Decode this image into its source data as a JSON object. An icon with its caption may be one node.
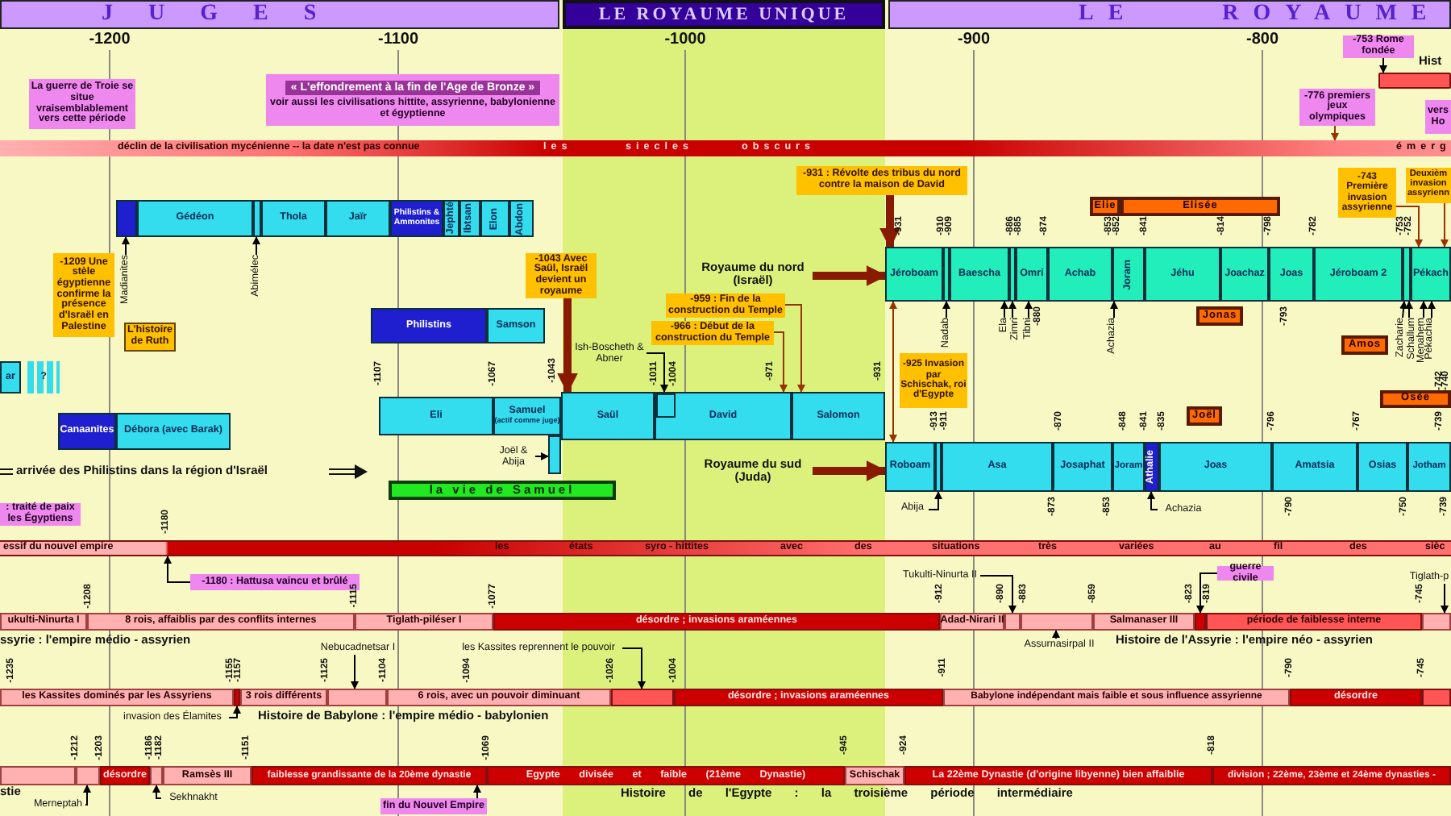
{
  "diagram": {
    "nodes": [
      {
        "text": [
          "JUGES"
        ]
      },
      {
        "text": [
          "LE ROYAUME UNIQUE"
        ]
      },
      {
        "text": [
          "LE ROYAUME"
        ]
      },
      {
        "text": [
          "La guerre de Troie se situe vraisemblablement vers cette période"
        ]
      },
      {
        "text": [
          "« L'effondrement à la fin de l'Age de Bronze »",
          "voir aussi les civilisations hittite, assyrienne, babylonienne et égyptienne"
        ]
      },
      {
        "text": [
          "-753 Rome fondée"
        ]
      },
      {
        "text": [],
        "shape": "bar"
      },
      {
        "text": [
          "-776 premiers jeux olympiques"
        ]
      },
      {
        "text": [
          "vers Ho"
        ]
      },
      {
        "text": [
          "déclin de la civilisation mycénienne -- la date n'est pas connue",
          "les",
          "siecles",
          "obscurs",
          "émerg"
        ]
      },
      {
        "text": [],
        "shape": "box"
      },
      {
        "text": [
          "Gédéon"
        ]
      },
      {
        "text": [],
        "shape": "box"
      },
      {
        "text": [
          "Thola"
        ]
      },
      {
        "text": [
          "Jaïr"
        ]
      },
      {
        "text": [
          "Philistins & Ammonites"
        ]
      },
      {
        "text": [
          "Jephté"
        ]
      },
      {
        "text": [
          "Ibtsan"
        ]
      },
      {
        "text": [
          "Elon"
        ]
      },
      {
        "text": [
          "Abdon"
        ]
      },
      {
        "text": [
          "Madianites"
        ]
      },
      {
        "text": [
          "Abimélec"
        ]
      },
      {
        "text": [
          "-1209 Une stèle égyptienne confirme la présence d'Israël en Palestine"
        ]
      },
      {
        "text": [
          "L'histoire de Ruth"
        ]
      },
      {
        "text": [
          "-1043 Avec Saül, Israël devient un royaume"
        ]
      },
      {
        "text": [
          "Philistins"
        ]
      },
      {
        "text": [
          "Samson"
        ]
      },
      {
        "text": [
          "ar"
        ]
      },
      {
        "text": [
          "?"
        ]
      },
      {
        "text": [
          "Canaanites"
        ]
      },
      {
        "text": [
          "Débora (avec Barak)"
        ]
      },
      {
        "text": [
          "Eli"
        ]
      },
      {
        "text": [
          "Samuel",
          "(actif comme juge)"
        ]
      },
      {
        "text": [
          "Saül"
        ]
      },
      {
        "text": [
          "David"
        ]
      },
      {
        "text": [],
        "shape": "box",
        "in": 34
      },
      {
        "text": [
          "Ish-Boscheth & Abner"
        ]
      },
      {
        "text": [
          "Salomon"
        ]
      },
      {
        "text": [
          "Joël & Abija"
        ]
      },
      {
        "text": [],
        "shape": "box"
      },
      {
        "text": [
          "la vie de Samuel"
        ]
      },
      {
        "text": [
          "-959 : Fin de la construction du Temple"
        ]
      },
      {
        "text": [
          "-966 : Début de la construction du Temple"
        ]
      },
      {
        "text": [
          "-931 : Révolte des tribus du nord contre la maison de David"
        ]
      },
      {
        "text": [
          "Royaume du nord (Israël)"
        ]
      },
      {
        "text": [
          "Royaume du sud (Juda)"
        ]
      },
      {
        "text": [
          "-925 Invasion par Schischak, roi d'Egypte"
        ]
      },
      {
        "text": [
          "Jéroboam"
        ]
      },
      {
        "text": [],
        "shape": "box"
      },
      {
        "text": [
          "Baescha"
        ]
      },
      {
        "text": [],
        "shape": "box"
      },
      {
        "text": [
          "Omri"
        ]
      },
      {
        "text": [
          "Achab"
        ]
      },
      {
        "text": [
          "Joram"
        ]
      },
      {
        "text": [
          "Jéhu"
        ]
      },
      {
        "text": [
          "Joachaz"
        ]
      },
      {
        "text": [
          "Joas"
        ]
      },
      {
        "text": [
          "Jéroboam 2"
        ]
      },
      {
        "text": [],
        "shape": "box"
      },
      {
        "text": [
          "Pékach"
        ]
      },
      {
        "text": [
          "Nadab"
        ]
      },
      {
        "text": [
          "Ela"
        ]
      },
      {
        "text": [
          "Zimri"
        ]
      },
      {
        "text": [
          "Tibni"
        ]
      },
      {
        "text": [
          "Achazia"
        ]
      },
      {
        "text": [
          "Jonas"
        ]
      },
      {
        "text": [
          "Amos"
        ]
      },
      {
        "text": [
          "Joël"
        ]
      },
      {
        "text": [
          "Osée"
        ]
      },
      {
        "text": [
          "Elie"
        ]
      },
      {
        "text": [
          "Elisée"
        ]
      },
      {
        "text": [
          "Zacharie"
        ]
      },
      {
        "text": [
          "Schallum"
        ]
      },
      {
        "text": [
          "Menahem"
        ]
      },
      {
        "text": [
          "Pékachia"
        ]
      },
      {
        "text": [
          "-743 Première invasion assyrienne"
        ]
      },
      {
        "text": [
          "Deuxièm invasion assyrienn"
        ]
      },
      {
        "text": [
          "Roboam"
        ]
      },
      {
        "text": [],
        "shape": "box"
      },
      {
        "text": [
          "Asa"
        ]
      },
      {
        "text": [
          "Josaphat"
        ]
      },
      {
        "text": [
          "Joram"
        ]
      },
      {
        "text": [
          "Athalie"
        ]
      },
      {
        "text": [
          "Joas"
        ]
      },
      {
        "text": [
          "Amatsia"
        ]
      },
      {
        "text": [
          "Osias"
        ]
      },
      {
        "text": [
          "Jotham"
        ]
      },
      {
        "text": [
          "Abija"
        ]
      },
      {
        "text": [
          "Achazia"
        ]
      },
      {
        "text": [
          "essif du nouvel empire",
          "les",
          "états",
          "syro - hittites",
          "avec",
          "des",
          "situations",
          "très",
          "variées",
          "au",
          "fil",
          "des",
          "sièc"
        ]
      },
      {
        "text": [
          "-1180 : Hattusa vaincu et brûlé"
        ]
      },
      {
        "text": [
          "ukulti-Ninurta I"
        ]
      },
      {
        "text": [
          "8 rois, affaiblis par des conflits internes"
        ]
      },
      {
        "text": [
          "Tiglath-piléser I"
        ]
      },
      {
        "text": [
          "désordre ; invasions araméennes"
        ]
      },
      {
        "text": [
          "Adad-Nirari II"
        ]
      },
      {
        "text": [],
        "shape": "box"
      },
      {
        "text": [],
        "shape": "box"
      },
      {
        "text": [
          "Salmanaser III"
        ]
      },
      {
        "text": [],
        "shape": "box"
      },
      {
        "text": [
          "période de faiblesse interne"
        ]
      },
      {
        "text": [],
        "shape": "box"
      },
      {
        "text": [
          "Tukulti-Ninurta II"
        ]
      },
      {
        "text": [
          "Assurnasirpal II"
        ]
      },
      {
        "text": [
          "guerre civile"
        ]
      },
      {
        "text": [
          "Tiglath-p"
        ]
      },
      {
        "text": [
          "les Kassites dominés par les Assyriens"
        ]
      },
      {
        "text": [],
        "shape": "box"
      },
      {
        "text": [
          "3 rois différents"
        ]
      },
      {
        "text": [],
        "shape": "box"
      },
      {
        "text": [
          "6 rois, avec un pouvoir diminuant"
        ]
      },
      {
        "text": [],
        "shape": "box"
      },
      {
        "text": [
          "désordre ; invasions araméennes"
        ]
      },
      {
        "text": [
          "Babylone indépendant mais faible et sous influence assyrienne"
        ]
      },
      {
        "text": [
          "désordre"
        ]
      },
      {
        "text": [],
        "shape": "box"
      },
      {
        "text": [
          "Nebucadnetsar I"
        ]
      },
      {
        "text": [
          "les Kassites reprennent le pouvoir"
        ]
      },
      {
        "text": [
          "invasion des Élamites"
        ]
      },
      {
        "text": [],
        "shape": "box"
      },
      {
        "text": [],
        "shape": "box"
      },
      {
        "text": [
          "désordre"
        ]
      },
      {
        "text": [],
        "shape": "box"
      },
      {
        "text": [
          "Ramsès III"
        ]
      },
      {
        "text": [
          "faiblesse grandissante de la 20ème dynastie"
        ]
      },
      {
        "text": [
          "Egypte divisée et faible (21ème Dynastie)"
        ]
      },
      {
        "text": [
          "Schischak"
        ]
      },
      {
        "text": [
          "La 22ème Dynastie (d'origine libyenne) bien affaiblie"
        ]
      },
      {
        "text": [
          "division ; 22ème, 23ème et 24ème dynasties -"
        ]
      },
      {
        "text": [
          "Merneptah"
        ]
      },
      {
        "text": [
          "Sekhnakht"
        ]
      },
      {
        "text": [
          "fin du Nouvel Empire"
        ]
      },
      {
        "text": [
          ": traité de paix les Égyptiens"
        ]
      }
    ],
    "edges": [
      {
        "from": 5,
        "to": 6,
        "arrow": "to"
      },
      {
        "from": 7,
        "to": 9,
        "arrow": "to",
        "color": "#993300"
      },
      {
        "from": 20,
        "to": 10,
        "arrow": "to"
      },
      {
        "from": 21,
        "to": 12,
        "arrow": "to"
      },
      {
        "from": 24,
        "to": 33,
        "arrow": "to",
        "style": "thick",
        "color": "#881a00"
      },
      {
        "from": 36,
        "to": 35,
        "arrow": "to"
      },
      {
        "from": 38,
        "to": 39,
        "arrow": "to"
      },
      {
        "from": 41,
        "to": 37,
        "arrow": "to",
        "color": "#993300"
      },
      {
        "from": 42,
        "to": 37,
        "arrow": "to",
        "color": "#993300"
      },
      {
        "from": 43,
        "to": 47,
        "arrow": "to",
        "style": "thick",
        "color": "#881a00"
      },
      {
        "from": 44,
        "to": 47,
        "arrow": "to",
        "style": "thick",
        "color": "#881a00"
      },
      {
        "from": 45,
        "to": 77,
        "arrow": "to",
        "style": "thick",
        "color": "#881a00"
      },
      {
        "from": 47,
        "to": 77,
        "arrow": "both",
        "color": "#993300"
      },
      {
        "from": 60,
        "to": 48,
        "arrow": "to"
      },
      {
        "from": 61,
        "to": 49,
        "arrow": "to"
      },
      {
        "from": 62,
        "to": 50,
        "arrow": "to"
      },
      {
        "from": 63,
        "to": 51,
        "arrow": "to"
      },
      {
        "from": 64,
        "to": 53,
        "arrow": "to"
      },
      {
        "from": 71,
        "to": 58,
        "arrow": "to"
      },
      {
        "from": 72,
        "to": 58,
        "arrow": "to"
      },
      {
        "from": 73,
        "to": 59,
        "arrow": "to"
      },
      {
        "from": 74,
        "to": 59,
        "arrow": "to"
      },
      {
        "from": 75,
        "to": 59,
        "arrow": "to",
        "color": "#993300"
      },
      {
        "from": 76,
        "to": 59,
        "arrow": "to",
        "color": "#993300"
      },
      {
        "from": 87,
        "to": 78,
        "arrow": "to"
      },
      {
        "from": 88,
        "to": 82,
        "arrow": "to"
      },
      {
        "from": 90,
        "to": 89,
        "arrow": "to"
      },
      {
        "from": 102,
        "to": 96,
        "arrow": "to"
      },
      {
        "from": 103,
        "to": 97,
        "arrow": "to"
      },
      {
        "from": 104,
        "to": 99,
        "arrow": "to"
      },
      {
        "from": 105,
        "to": 101,
        "arrow": "to"
      },
      {
        "from": 116,
        "to": 109,
        "arrow": "to"
      },
      {
        "from": 117,
        "to": 111,
        "arrow": "to"
      },
      {
        "from": 118,
        "to": 107,
        "arrow": "to"
      },
      {
        "from": 129,
        "to": 120,
        "arrow": "to"
      },
      {
        "from": 130,
        "to": 122,
        "arrow": "to"
      },
      {
        "from": 131,
        "to": 124,
        "arrow": "to"
      }
    ],
    "labels": [
      "-1200",
      "-1100",
      "-1000",
      "-900",
      "-800",
      "Hist",
      "-931",
      "-910",
      "-909",
      "-886",
      "-885",
      "-874",
      "-853",
      "-852",
      "-841",
      "-814",
      "-798",
      "-782",
      "-753",
      "-752",
      "-880",
      "-793",
      "-1107",
      "-1067",
      "-1043",
      "-1011",
      "-1004",
      "-971",
      "-931",
      "-742",
      "-740",
      "arrivée des Philistins dans la région d'Israël",
      "-913",
      "-911",
      "-870",
      "-848",
      "-841",
      "-835",
      "-796",
      "-767",
      "-739",
      "-873",
      "-853",
      "-790",
      "-750",
      "-739",
      "-1180",
      "-1208",
      "-1115",
      "-1077",
      "-912",
      "-890",
      "-883",
      "-859",
      "-823",
      "-819",
      "-745",
      "ssyrie : l'empire médio - assyrien",
      "Histoire de l'Assyrie : l'empire néo - assyrien",
      "-1235",
      "-1155",
      "-1157",
      "-1125",
      "-1104",
      "-1094",
      "-1026",
      "-1004",
      "-911",
      "-790",
      "-745",
      "Histoire de Babylone : l'empire médio - babylonien",
      "-1212",
      "-1203",
      "-1186",
      "-1182",
      "-1151",
      "-1069",
      "-945",
      "-924",
      "-818",
      "stie",
      "Histoire de l'Egypte : la troisième période intermédiaire"
    ]
  }
}
